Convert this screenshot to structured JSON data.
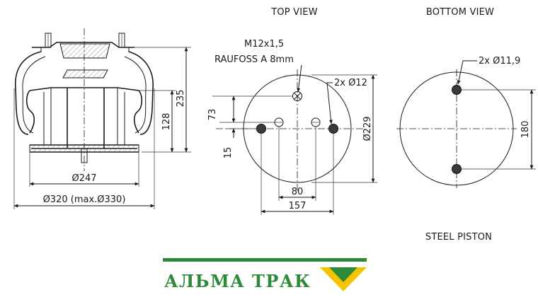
{
  "views": {
    "top_title": "TOP VIEW",
    "bottom_title": "BOTTOM VIEW",
    "piston_label": "STEEL PISTON"
  },
  "side_view": {
    "dim_overall_height": "235",
    "dim_piston_height": "128",
    "dim_piston_diameter": "Ø247",
    "dim_bellow_diameter": "Ø320 (max.Ø330)"
  },
  "top_view": {
    "thread_line1": "M12x1,5",
    "thread_line2": "RAUFOSS A 8mm",
    "holes": "2x Ø12",
    "dim_73": "73",
    "dim_15": "15",
    "dim_diameter": "Ø229",
    "dim_80": "80",
    "dim_157": "157"
  },
  "bottom_view": {
    "holes": "2x Ø11,9",
    "dim_180": "180"
  },
  "brand": {
    "name": "АЛЬМА ТРАК",
    "stripe_color": "#2d8a3a",
    "logo_yellow": "#f5c400",
    "logo_green": "#2d8a3a"
  }
}
